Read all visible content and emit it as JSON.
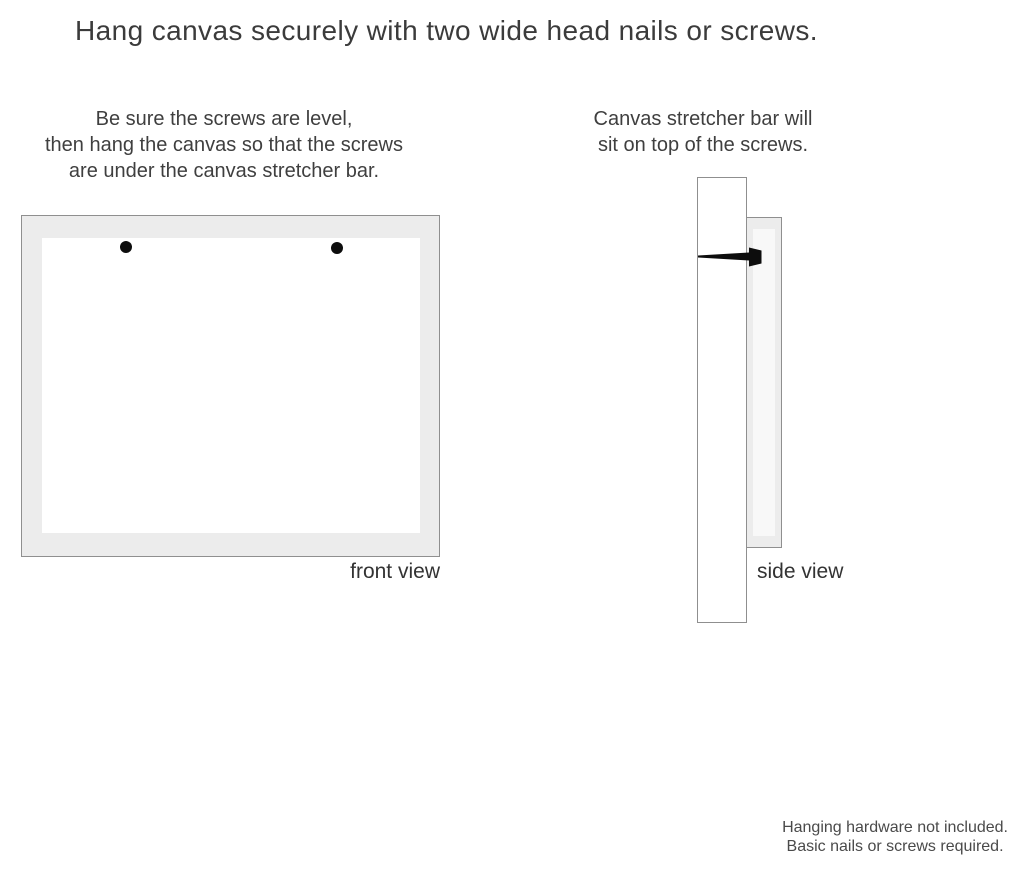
{
  "title": "Hang canvas securely with two wide head nails or screws.",
  "instructions": {
    "left": {
      "lines": [
        "Be sure the screws are level,",
        "then hang the canvas so that the screws",
        "are under the canvas stretcher bar."
      ]
    },
    "right": {
      "lines": [
        "Canvas stretcher bar will",
        "sit on top of the screws."
      ]
    }
  },
  "diagram": {
    "front_view_label": "front view",
    "side_view_label": "side view",
    "screw_count": 2
  },
  "footer": {
    "lines": [
      "Hanging hardware not included.",
      "Basic nails or screws required."
    ]
  },
  "colors": {
    "background": "#ffffff",
    "canvas_margin_fill": "#ececec",
    "outline": "#8f8f8f",
    "ink": "#3b3b3b",
    "nail": "#0d0d0d"
  }
}
